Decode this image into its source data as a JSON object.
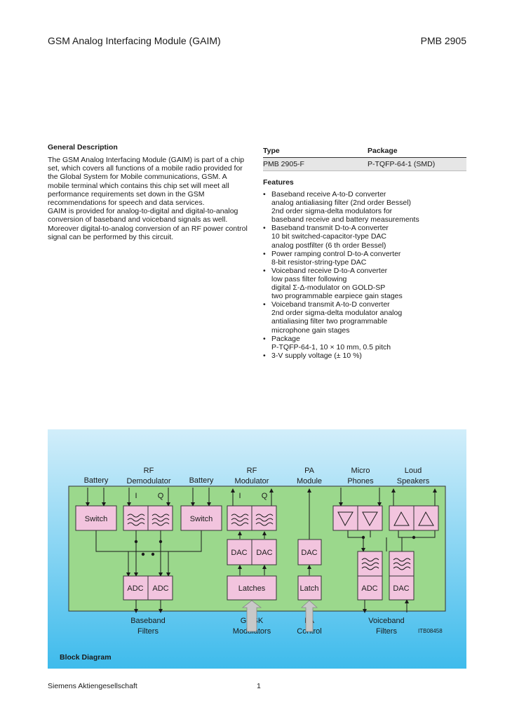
{
  "header": {
    "title": "GSM Analog Interfacing Module (GAIM)",
    "part": "PMB 2905"
  },
  "general": {
    "heading": "General Description",
    "para1": [
      "The GSM Analog Interfacing Module (GAIM) is part of a chip",
      "set, which covers all functions of a mobile radio provided for",
      "the Global System for Mobile communications, GSM. A",
      "mobile terminal which contains this chip set will meet all",
      "performance requirements set down in the GSM",
      "recommendations for speech and data services."
    ],
    "para2": [
      "GAIM is provided for analog-to-digital and digital-to-analog",
      "conversion of baseband and voiceband signals as well.",
      "Moreover digital-to-analog conversion of an RF power control",
      "signal can be performed by this circuit."
    ]
  },
  "type_table": {
    "col1": "Type",
    "col2": "Package",
    "rows": [
      [
        "PMB 2905-F",
        "P-TQFP-64-1 (SMD)"
      ]
    ]
  },
  "features": {
    "heading": "Features",
    "items": [
      [
        "Baseband receive A-to-D converter",
        "analog antialiasing filter (2nd order Bessel)",
        "2nd order sigma-delta modulators for",
        "baseband receive and battery measurements"
      ],
      [
        "Baseband transmit D-to-A converter",
        "10 bit switched-capacitor-type DAC",
        "analog postfilter (6 th order Bessel)"
      ],
      [
        "Power ramping control D-to-A converter",
        "8-bit resistor-string-type DAC"
      ],
      [
        "Voiceband receive D-to-A converter",
        "low pass filter following",
        "digital Σ-Δ-modulator on GOLD-SP",
        "two programmable earpiece gain stages"
      ],
      [
        "Voiceband transmit A-to-D converter",
        "2nd order sigma-delta modulator analog",
        "antialiasing filter two programmable",
        "microphone gain stages"
      ],
      [
        "Package",
        "P-TQFP-64-1, 10 × 10 mm, 0.5 pitch"
      ],
      [
        "3-V supply voltage (± 10 %)"
      ]
    ]
  },
  "diagram": {
    "caption": "Block Diagram",
    "code": "ITB08458",
    "top_labels": {
      "battery1": "Battery",
      "rf_demod": [
        "RF",
        "Demodulator"
      ],
      "battery2": "Battery",
      "rf_mod": [
        "RF",
        "Modulator"
      ],
      "pa": [
        "PA",
        "Module"
      ],
      "micro": [
        "Micro",
        "Phones"
      ],
      "loud": [
        "Loud",
        "Speakers"
      ]
    },
    "bottom_labels": {
      "baseband": [
        "Baseband",
        "Filters"
      ],
      "gmsk": [
        "GMSK",
        "Modulators"
      ],
      "pa_ctrl": [
        "PA",
        "Control"
      ],
      "voiceband": [
        "Voiceband",
        "Filters"
      ]
    },
    "blocks": {
      "switch": "Switch",
      "adc": "ADC",
      "dac": "DAC",
      "latches": "Latches",
      "latch": "Latch"
    },
    "iq": {
      "i": "I",
      "q": "Q"
    },
    "colors": {
      "block": "#f2c4de",
      "board": "#9bd88c",
      "bg_top": "#d2eefa",
      "bg_bottom": "#3ebbec"
    }
  },
  "footer": {
    "company": "Siemens Aktiengesellschaft",
    "page": "1"
  }
}
